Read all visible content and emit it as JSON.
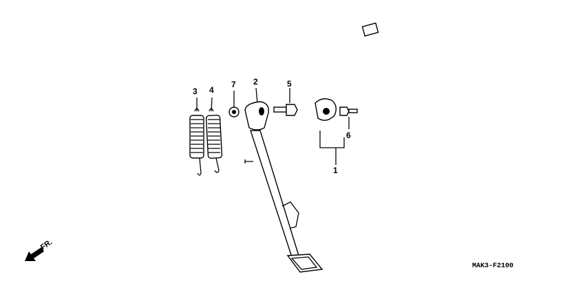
{
  "diagram": {
    "callouts": [
      {
        "id": "3",
        "part": "spring-a"
      },
      {
        "id": "4",
        "part": "spring-b"
      },
      {
        "id": "7",
        "part": "nut"
      },
      {
        "id": "2",
        "part": "side-stand"
      },
      {
        "id": "5",
        "part": "pivot-bolt"
      },
      {
        "id": "6",
        "part": "bolt"
      },
      {
        "id": "1",
        "part": "side-stand-switch"
      }
    ],
    "direction_label": "FR.",
    "diagram_code": "MAK3-F2100"
  }
}
